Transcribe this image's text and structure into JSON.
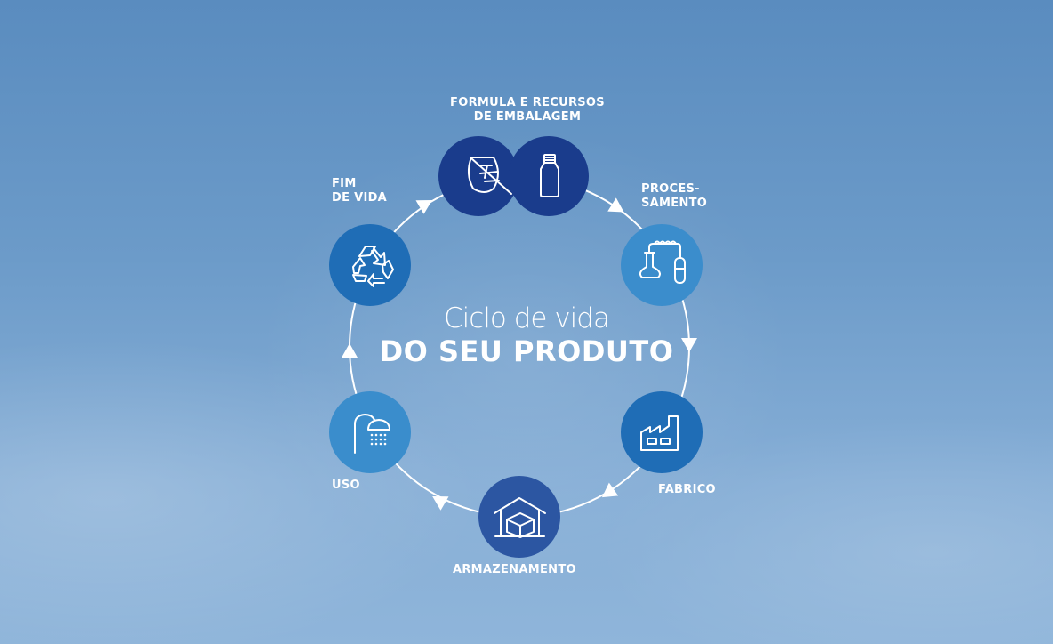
{
  "title": {
    "line1": "Ciclo de vida",
    "line2": "DO SEU PRODUTO"
  },
  "stages": [
    {
      "id": "formula",
      "label_lines": [
        "FORMULA E RECURSOS",
        "DE EMBALAGEM"
      ],
      "icons": [
        "leaf-icon",
        "bottle-icon"
      ],
      "color": "#1a3c8c"
    },
    {
      "id": "processamento",
      "label_lines": [
        "PROCES-",
        "SAMENTO"
      ],
      "icons": [
        "lab-flask-icon"
      ],
      "color": "#3b8dcc"
    },
    {
      "id": "fabrico",
      "label_lines": [
        "FABRICO"
      ],
      "icons": [
        "factory-icon"
      ],
      "color": "#1f6db6"
    },
    {
      "id": "armazenamento",
      "label_lines": [
        "ARMAZENAMENTO"
      ],
      "icons": [
        "warehouse-box-icon"
      ],
      "color": "#2c56a2"
    },
    {
      "id": "uso",
      "label_lines": [
        "USO"
      ],
      "icons": [
        "shower-icon"
      ],
      "color": "#3a8dcc"
    },
    {
      "id": "fim-de-vida",
      "label_lines": [
        "FIM",
        "DE VIDA"
      ],
      "icons": [
        "recycle-icon"
      ],
      "color": "#1f6db6"
    }
  ]
}
